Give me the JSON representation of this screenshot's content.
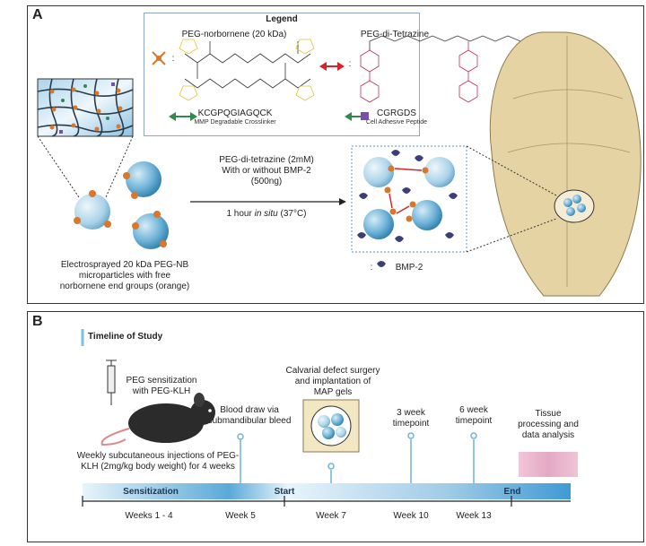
{
  "panel_a": {
    "label": "A",
    "legend": {
      "title": "Legend",
      "peg_nb": "PEG-norbornene (20 kDa)",
      "peg_tz": "PEG-di-Tetrazine",
      "crosslinker_seq": "KCGPQGIAGQCK",
      "crosslinker_desc": "MMP Degradable Crosslinker",
      "peptide_seq": "CGRGDS",
      "peptide_desc": "Cell Adhesive Peptide",
      "colon": ":"
    },
    "reaction": {
      "line1": "PEG-di-tetrazine (2mM)",
      "line2": "With or without BMP-2",
      "line3": "(500ng)",
      "line4_pre": "1 hour ",
      "line4_em": "in situ",
      "line4_post": " (37°C)"
    },
    "bmp_label": "BMP-2",
    "particles_caption": {
      "line1": "Electrosprayed 20 kDa PEG-NB",
      "line2": "microparticles with free",
      "line3": "norbornene end groups (orange)"
    },
    "colors": {
      "particle": "#5ba6cf",
      "norbornene": "#d9772a",
      "tetrazine": "#d8232a",
      "bmp": "#3a3f7a",
      "skull": "#e6d3a3",
      "crosslinker": "#2e8b4a",
      "peptide": "#7b4fa8"
    }
  },
  "panel_b": {
    "label": "B",
    "timeline_title": "Timeline of Study",
    "sensitization_line1": "PEG sensitization",
    "sensitization_line2": "with PEG-KLH",
    "injection_line1": "Weekly subcutaneous injections of PEG-",
    "injection_line2": "KLH (2mg/kg body weight) for 4 weeks",
    "blood_line1": "Blood draw via",
    "blood_line2": "submandibular bleed",
    "surgery_line1": "Calvarial defect surgery",
    "surgery_line2": "and implantation of",
    "surgery_line3": "MAP gels",
    "tp3_line1": "3 week",
    "tp3_line2": "timepoint",
    "tp6_line1": "6 week",
    "tp6_line2": "timepoint",
    "tissue_line1": "Tissue",
    "tissue_line2": "processing and",
    "tissue_line3": "data analysis",
    "bar_sensitization": "Sensitization",
    "bar_start": "Start",
    "bar_end": "End",
    "weeks": [
      "Weeks 1 - 4",
      "Week 5",
      "Week 7",
      "Week 10",
      "Week 13"
    ]
  }
}
